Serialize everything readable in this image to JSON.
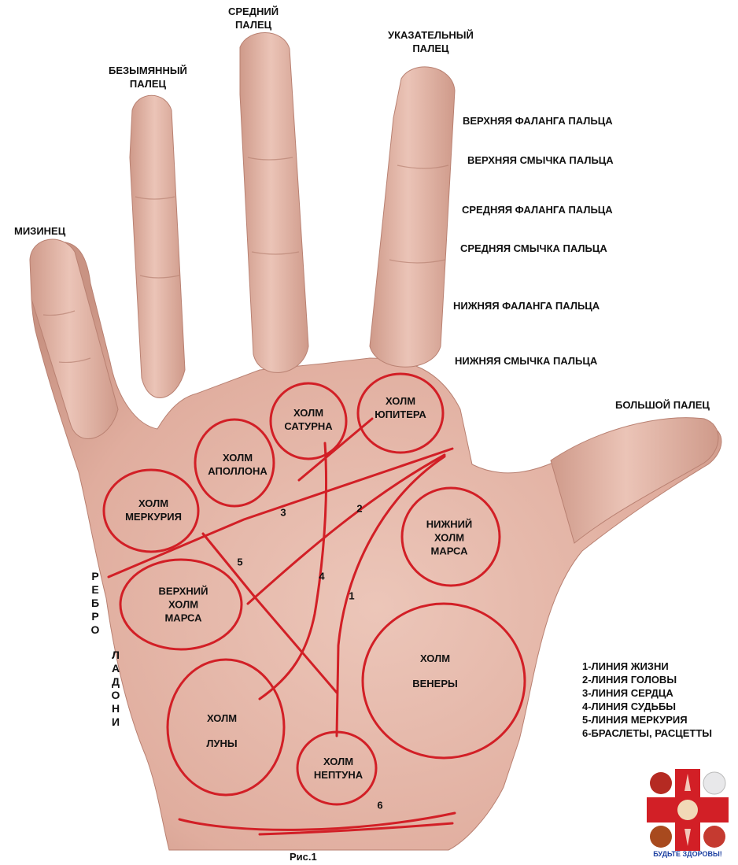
{
  "fingers": {
    "middle": [
      "СРЕДНИЙ",
      "ПАЛЕЦ"
    ],
    "index": [
      "УКАЗАТЕЛЬНЫЙ",
      "ПАЛЕЦ"
    ],
    "ring": [
      "БЕЗЫМЯННЫЙ",
      "ПАЛЕЦ"
    ],
    "pinky": "МИЗИНЕЦ",
    "thumb": "БОЛЬШОЙ ПАЛЕЦ"
  },
  "phalanges": [
    "ВЕРХНЯЯ ФАЛАНГА ПАЛЬЦА",
    "ВЕРХНЯЯ СМЫЧКА ПАЛЬЦА",
    "СРЕДНЯЯ ФАЛАНГА ПАЛЬЦА",
    "СРЕДНЯЯ СМЫЧКА ПАЛЬЦА",
    "НИЖНЯЯ ФАЛАНГА ПАЛЬЦА",
    "НИЖНЯЯ СМЫЧКА ПАЛЬЦА"
  ],
  "mounts": {
    "saturn": [
      "ХОЛМ",
      "САТУРНА"
    ],
    "jupiter": [
      "ХОЛМ",
      "ЮПИТЕРА"
    ],
    "apollo": [
      "ХОЛМ",
      "АПОЛЛОНА"
    ],
    "mercury": [
      "ХОЛМ",
      "МЕРКУРИЯ"
    ],
    "lower_mars": [
      "НИЖНИЙ",
      "ХОЛМ",
      "МАРСА"
    ],
    "upper_mars": [
      "ВЕРХНИЙ",
      "ХОЛМ",
      "МАРСА"
    ],
    "venus": [
      "ХОЛМ",
      "ВЕНЕРЫ"
    ],
    "moon": [
      "ХОЛМ",
      "ЛУНЫ"
    ],
    "neptune": [
      "ХОЛМ",
      "НЕПТУНА"
    ]
  },
  "line_numbers": {
    "n1": "1",
    "n2": "2",
    "n3": "3",
    "n4": "4",
    "n5": "5",
    "n6": "6"
  },
  "palm_edge": {
    "word1": [
      "Р",
      "Е",
      "Б",
      "Р",
      "О"
    ],
    "word2": [
      "Л",
      "А",
      "Д",
      "О",
      "Н",
      "И"
    ]
  },
  "legend": [
    "1-ЛИНИЯ ЖИЗНИ",
    "2-ЛИНИЯ ГОЛОВЫ",
    "3-ЛИНИЯ СЕРДЦА",
    "4-ЛИНИЯ СУДЬБЫ",
    "5-ЛИНИЯ МЕРКУРИЯ",
    "6-БРАСЛЕТЫ, РАСЦЕТТЫ"
  ],
  "caption": "Рис.1",
  "logo_text": "БУДЬТЕ ЗДОРОВЫ!",
  "colors": {
    "line_red": "#d21f26",
    "skin": "#e3b4a6",
    "skin_shadow": "#c98f80",
    "logo_blue": "#1b3fa0"
  }
}
